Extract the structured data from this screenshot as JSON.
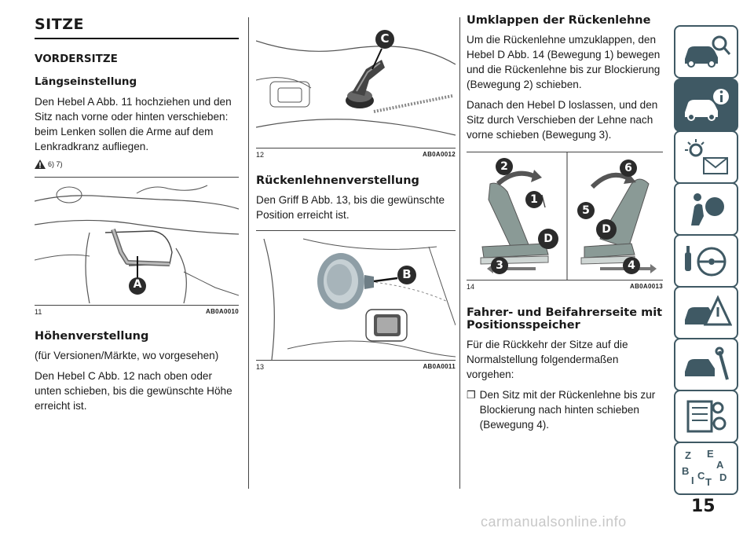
{
  "col1": {
    "title": "SITZE",
    "section": "VORDERSITZE",
    "sub1": "Längseinstellung",
    "p1": "Den Hebel A Abb. 11 hochziehen und den Sitz nach vorne oder hinten verschieben: beim Lenken sollen die Arme auf dem Lenkradkranz aufliegen.",
    "warn_ref": "6) 7)",
    "fig11": {
      "num": "11",
      "code": "AB0A0010",
      "label": "A"
    },
    "sub2": "Höhenverstellung",
    "p2": "(für Versionen/Märkte, wo vorgesehen)",
    "p3": "Den Hebel C Abb. 12 nach oben oder unten schieben, bis die gewünschte Höhe erreicht ist."
  },
  "col2": {
    "fig12": {
      "num": "12",
      "code": "AB0A0012",
      "label": "C"
    },
    "sub": "Rückenlehnenverstellung",
    "p1": "Den Griff B Abb. 13, bis die gewünschte Position erreicht ist.",
    "fig13": {
      "num": "13",
      "code": "AB0A0011",
      "label": "B"
    }
  },
  "col3": {
    "sub1": "Umklappen der Rückenlehne",
    "p1": "Um die Rückenlehne umzuklappen, den Hebel D Abb. 14 (Bewegung 1) bewegen und die Rückenlehne bis zur Blockierung (Bewegung 2) schieben.",
    "p2": "Danach den Hebel D loslassen, und den Sitz durch Verschieben der Lehne nach vorne schieben (Bewegung 3).",
    "fig14": {
      "num": "14",
      "code": "AB0A0013",
      "labels": [
        "2",
        "1",
        "D",
        "3",
        "6",
        "5",
        "D",
        "4"
      ]
    },
    "sub2": "Fahrer- und Beifahrerseite mit Positionsspeicher",
    "p3": "Für die Rückkehr der Sitze auf die Normalstellung folgendermaßen vorgehen:",
    "bullet_mark": "❒",
    "bullet1": "Den Sitz mit der Rückenlehne bis zur Blockierung nach hinten schieben (Bewegung 4)."
  },
  "sidebar": {
    "icons": [
      "car-search-icon",
      "car-info-icon",
      "warning-lights-icon",
      "airbag-safety-icon",
      "steering-wheel-icon",
      "emergency-triangle-icon",
      "maintenance-car-icon",
      "technical-data-icon",
      "index-letters-icon"
    ],
    "active_index": 1,
    "index_letters": [
      "Z",
      "E",
      "A",
      "B",
      "C",
      "D",
      "I",
      "T"
    ]
  },
  "page_number": "15",
  "watermark": "carmanualsonline.info",
  "colors": {
    "sidebar": "#3f5964",
    "accent_dark": "#2b2b2b",
    "seat_gray": "#8a9a96"
  }
}
